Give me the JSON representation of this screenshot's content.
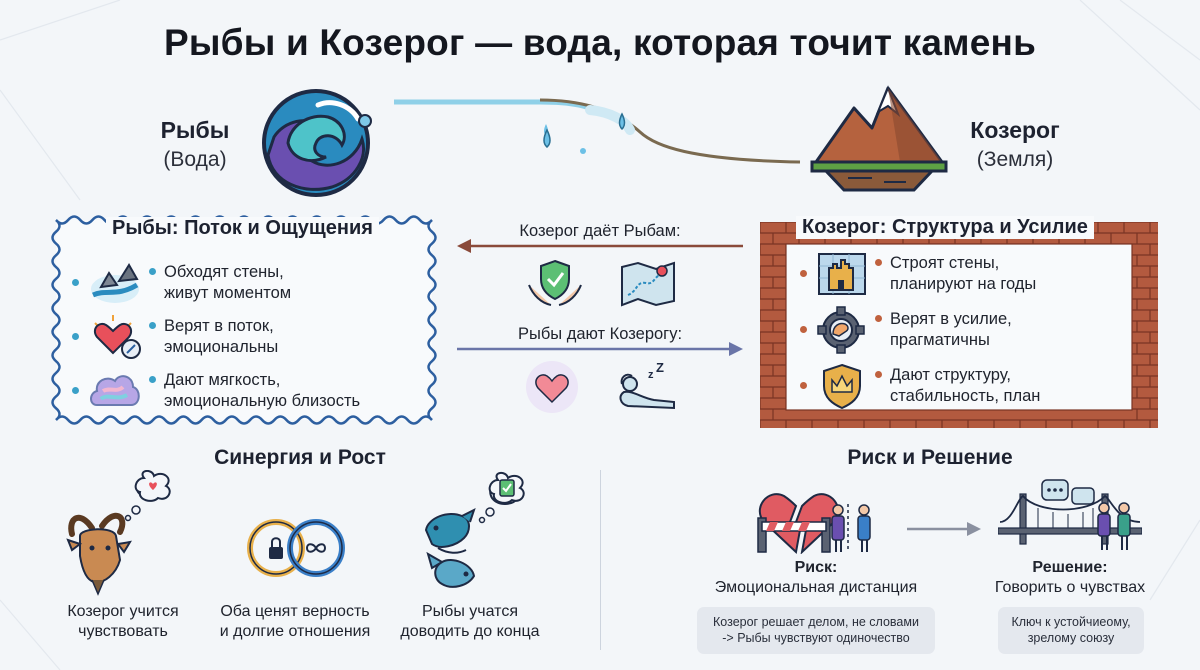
{
  "title": "Рыбы и Козерог — вода, которая точит камень",
  "pisces": {
    "name": "Рыбы",
    "element": "(Вода)"
  },
  "capricorn": {
    "name": "Козерог",
    "element": "(Земля)"
  },
  "left_panel": {
    "title": "Рыбы: Поток и Ощущения",
    "items": [
      {
        "line1": "Обходят стены,",
        "line2": "живут моментом",
        "icon": "river-rocks-icon"
      },
      {
        "line1": "Верят в поток,",
        "line2": "эмоциональны",
        "icon": "heart-compass-icon"
      },
      {
        "line1": "Дают мягкость,",
        "line2": "эмоциональную близость",
        "icon": "cloud-icon"
      }
    ]
  },
  "right_panel": {
    "title": "Козерог: Структура и Усилие",
    "items": [
      {
        "line1": "Строят стены,",
        "line2": "планируют на годы",
        "icon": "castle-blueprint-icon"
      },
      {
        "line1": "Верят в усилие,",
        "line2": "прагматичны",
        "icon": "gear-arm-icon"
      },
      {
        "line1": "Дают структуру,",
        "line2": "стабильность, план",
        "icon": "crown-shield-icon"
      }
    ]
  },
  "exchange": {
    "cap_gives": "Козерог даёт Рыбам:",
    "pisces_gives": "Рыбы дают Козерогу:"
  },
  "synergy": {
    "title": "Синергия и Рост",
    "items": [
      {
        "line1": "Козерог учится",
        "line2": "чувствовать",
        "icon": "goat-icon"
      },
      {
        "line1": "Оба ценят верность",
        "line2": "и долгие отношения",
        "icon": "rings-icon"
      },
      {
        "line1": "Рыбы учатся",
        "line2": "доводить до конца",
        "icon": "fish-icon"
      }
    ]
  },
  "risk": {
    "title": "Риск и Решение",
    "risk_label": "Риск:",
    "risk_text": "Эмоциональная дистанция",
    "risk_note_1": "Козерог решает делом, не словами",
    "risk_note_2": "-> Рыбы чувствуют одиночество",
    "solution_label": "Решение:",
    "solution_text": "Говорить о чувствах",
    "solution_note_1": "Ключ к устойчиеому,",
    "solution_note_2": "зрелому союзу"
  },
  "colors": {
    "wave_blue": "#2a8bbf",
    "wave_purple": "#6a4fb0",
    "brick": "#b35a3f",
    "wavy_border": "#2d5fa0",
    "arrow_left": "#8a4a3a",
    "arrow_right": "#6a75a8"
  }
}
